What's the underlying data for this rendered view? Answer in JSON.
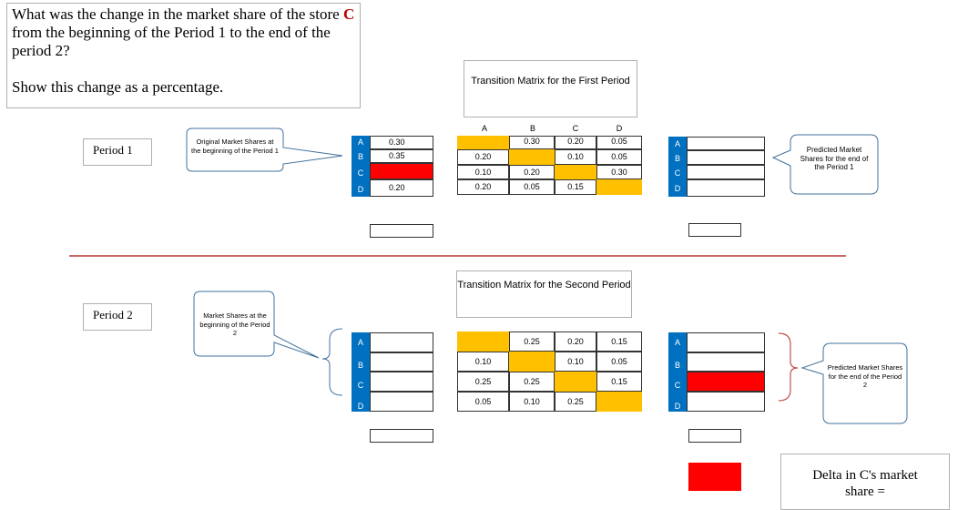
{
  "question": {
    "line1_pre": "What was the change in the market share of the store ",
    "store_letter": "C",
    "line1_post": " from the beginning of the Period 1 to the end of the period 2?",
    "line2": "Show this change as a percentage.",
    "accent_color": "#c00000"
  },
  "period1": {
    "label": "Period 1",
    "callout_left": "Original Market Shares at the beginning of the Period 1",
    "callout_right": "Predicted Market Shares for the end of the Period 1",
    "matrix_title": "Transition Matrix for the First Period",
    "headers": [
      "A",
      "B",
      "C",
      "D"
    ],
    "rows": [
      "A",
      "B",
      "C",
      "D"
    ],
    "initial_shares": [
      "0.30",
      "0.35",
      "",
      "0.20"
    ],
    "matrix": [
      [
        "",
        "0.30",
        "0.20",
        "0.05"
      ],
      [
        "0.20",
        "",
        "0.10",
        "0.05"
      ],
      [
        "0.10",
        "0.20",
        "",
        "0.30"
      ],
      [
        "0.20",
        "0.05",
        "0.15",
        ""
      ]
    ]
  },
  "period2": {
    "label": "Period 2",
    "callout_left": "Market Shares at the beginning of the Period 2",
    "callout_right": "Predicted Market Shares for the end of the Period 2",
    "matrix_title": "Transition Matrix for the Second Period",
    "rows": [
      "A",
      "B",
      "C",
      "D"
    ],
    "matrix": [
      [
        "",
        "0.25",
        "0.20",
        "0.15"
      ],
      [
        "0.10",
        "",
        "0.10",
        "0.05"
      ],
      [
        "0.25",
        "0.25",
        "",
        "0.15"
      ],
      [
        "0.05",
        "0.10",
        "0.25",
        ""
      ]
    ]
  },
  "delta": {
    "label_line1": "Delta in C's market",
    "label_line2": "share ="
  },
  "colors": {
    "letter_column": "#0070c0",
    "diagonal": "#ffc000",
    "highlight": "#ff0000",
    "divider": "#c0504d"
  }
}
